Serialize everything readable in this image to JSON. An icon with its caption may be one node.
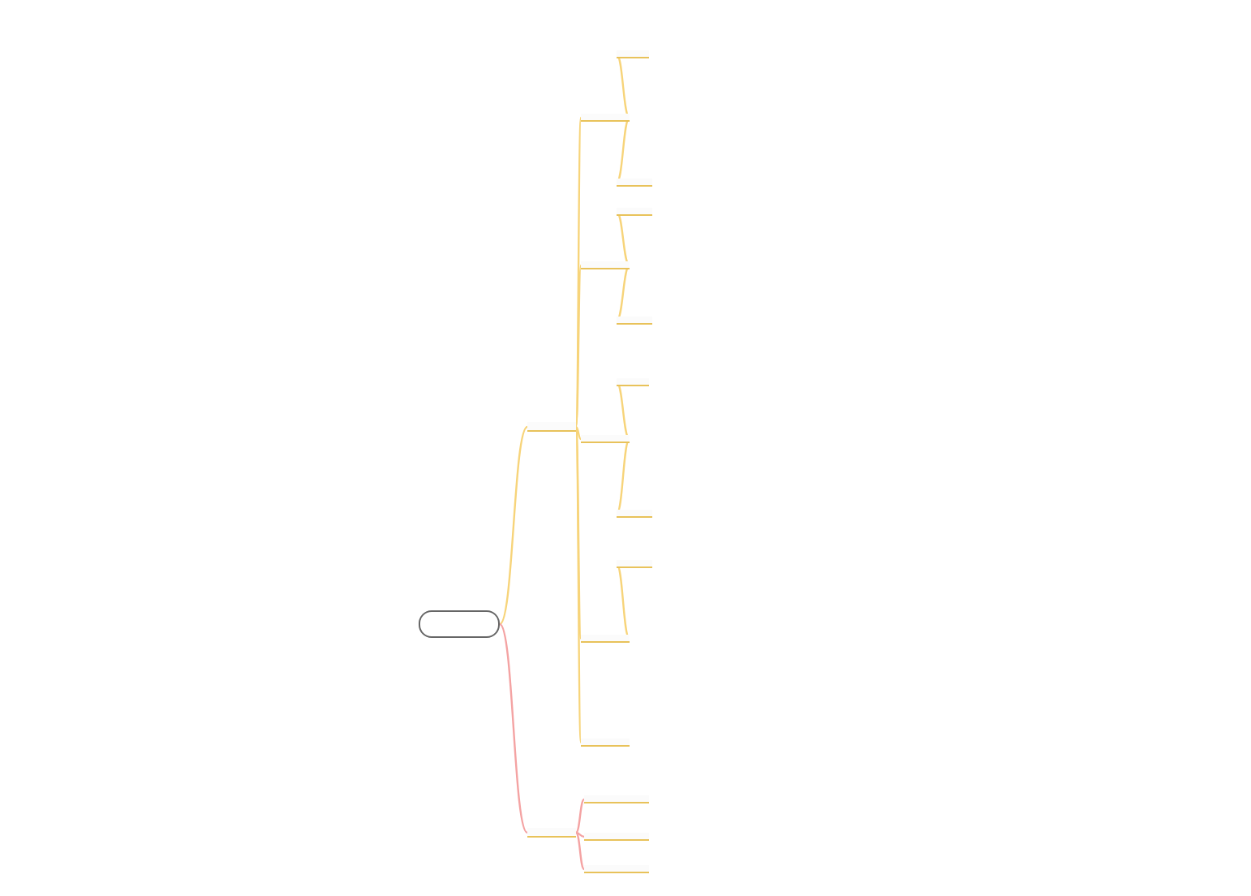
{
  "diagram": {
    "nodes": [
      {
        "text": [],
        "shape": "box"
      },
      {
        "text": [],
        "shape": "bar"
      },
      {
        "text": [],
        "shape": "bar"
      },
      {
        "text": [],
        "shape": "bar"
      },
      {
        "text": [],
        "shape": "bar"
      },
      {
        "text": [],
        "shape": "bar"
      },
      {
        "text": [],
        "shape": "bar"
      },
      {
        "text": [],
        "shape": "bar"
      },
      {
        "text": [],
        "shape": "bar"
      },
      {
        "text": [],
        "shape": "bar"
      },
      {
        "text": [],
        "shape": "bar"
      },
      {
        "text": [],
        "shape": "bar"
      },
      {
        "text": [],
        "shape": "bar"
      },
      {
        "text": [],
        "shape": "bar"
      },
      {
        "text": [],
        "shape": "bar"
      },
      {
        "text": [],
        "shape": "bar"
      },
      {
        "text": [],
        "shape": "bar"
      },
      {
        "text": [],
        "shape": "bar"
      }
    ],
    "edges": [
      {
        "from": 0,
        "to": 1,
        "arrow": "none"
      },
      {
        "from": 0,
        "to": 2,
        "arrow": "none",
        "color": "#f4a3a3"
      },
      {
        "from": 1,
        "to": 3,
        "arrow": "none"
      },
      {
        "from": 1,
        "to": 4,
        "arrow": "none"
      },
      {
        "from": 1,
        "to": 5,
        "arrow": "none"
      },
      {
        "from": 1,
        "to": 6,
        "arrow": "none"
      },
      {
        "from": 1,
        "to": 7,
        "arrow": "none"
      },
      {
        "from": 2,
        "to": 8,
        "arrow": "none",
        "color": "#f4a3a3"
      },
      {
        "from": 2,
        "to": 9,
        "arrow": "none",
        "color": "#f4a3a3"
      },
      {
        "from": 2,
        "to": 10,
        "arrow": "none",
        "color": "#f4a3a3"
      },
      {
        "from": 3,
        "to": 11,
        "arrow": "none"
      },
      {
        "from": 3,
        "to": 12,
        "arrow": "none"
      },
      {
        "from": 4,
        "to": 13,
        "arrow": "none"
      },
      {
        "from": 4,
        "to": 14,
        "arrow": "none"
      },
      {
        "from": 5,
        "to": 15,
        "arrow": "none"
      },
      {
        "from": 5,
        "to": 16,
        "arrow": "none"
      },
      {
        "from": 6,
        "to": 17,
        "arrow": "none"
      }
    ]
  }
}
